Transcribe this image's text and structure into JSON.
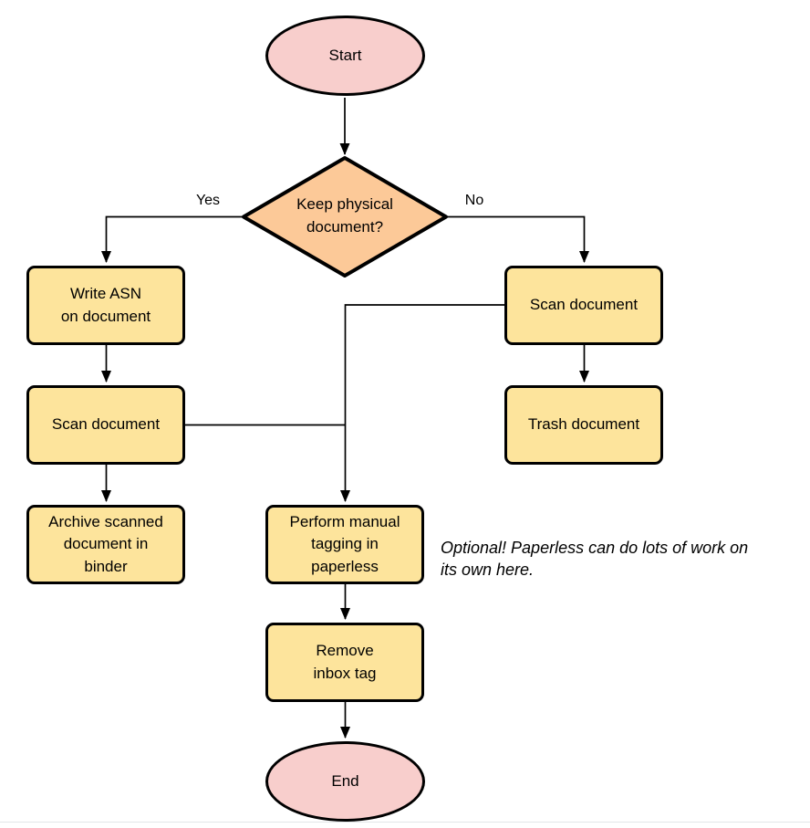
{
  "diagram": {
    "nodes": {
      "start": {
        "label": "Start",
        "shape": "terminator"
      },
      "decision": {
        "label": "Keep physical\ndocument?",
        "shape": "decision"
      },
      "write_asn": {
        "label": "Write ASN\non document",
        "shape": "process"
      },
      "scan_left": {
        "label": "Scan document",
        "shape": "process"
      },
      "archive": {
        "label": "Archive scanned\ndocument in\nbinder",
        "shape": "process"
      },
      "scan_right": {
        "label": "Scan document",
        "shape": "process"
      },
      "trash": {
        "label": "Trash document",
        "shape": "process"
      },
      "tagging": {
        "label": "Perform manual\ntagging in\npaperless",
        "shape": "process"
      },
      "remove_inbox": {
        "label": "Remove\ninbox tag",
        "shape": "process"
      },
      "end": {
        "label": "End",
        "shape": "terminator"
      }
    },
    "edge_labels": {
      "yes": "Yes",
      "no": "No"
    },
    "note": "Optional! Paperless can do lots of work on\nits own here.",
    "colors": {
      "terminator_fill": "#f8cecc",
      "decision_fill": "#fcc998",
      "process_fill": "#fde49c",
      "stroke": "#000000"
    }
  }
}
